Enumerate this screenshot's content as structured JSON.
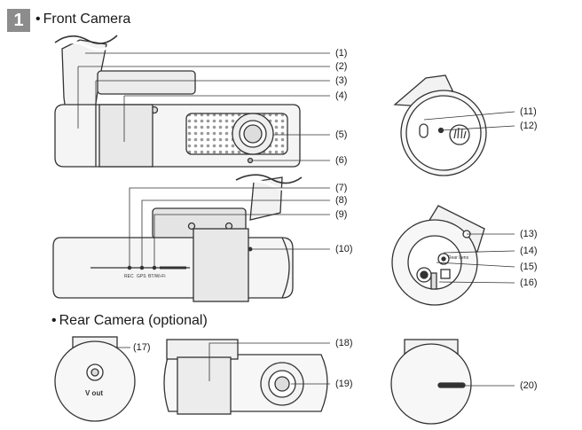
{
  "step_number": "1",
  "sections": {
    "front": {
      "bullet": "•",
      "title": "Front Camera"
    },
    "rear": {
      "bullet": "•",
      "title": "Rear Camera (optional)"
    }
  },
  "callouts": {
    "c1": "(1)",
    "c2": "(2)",
    "c3": "(3)",
    "c4": "(4)",
    "c5": "(5)",
    "c6": "(6)",
    "c7": "(7)",
    "c8": "(8)",
    "c9": "(9)",
    "c10": "(10)",
    "c11": "(11)",
    "c12": "(12)",
    "c13": "(13)",
    "c14": "(14)",
    "c15": "(15)",
    "c16": "(16)",
    "c17": "(17)",
    "c18": "(18)",
    "c19": "(19)",
    "c20": "(20)"
  },
  "device_labels": {
    "rec": "REC",
    "gps": "GPS",
    "btwifi": "BT/Wi-Fi",
    "rear_lens": "Rear Lens",
    "vout": "V out"
  }
}
